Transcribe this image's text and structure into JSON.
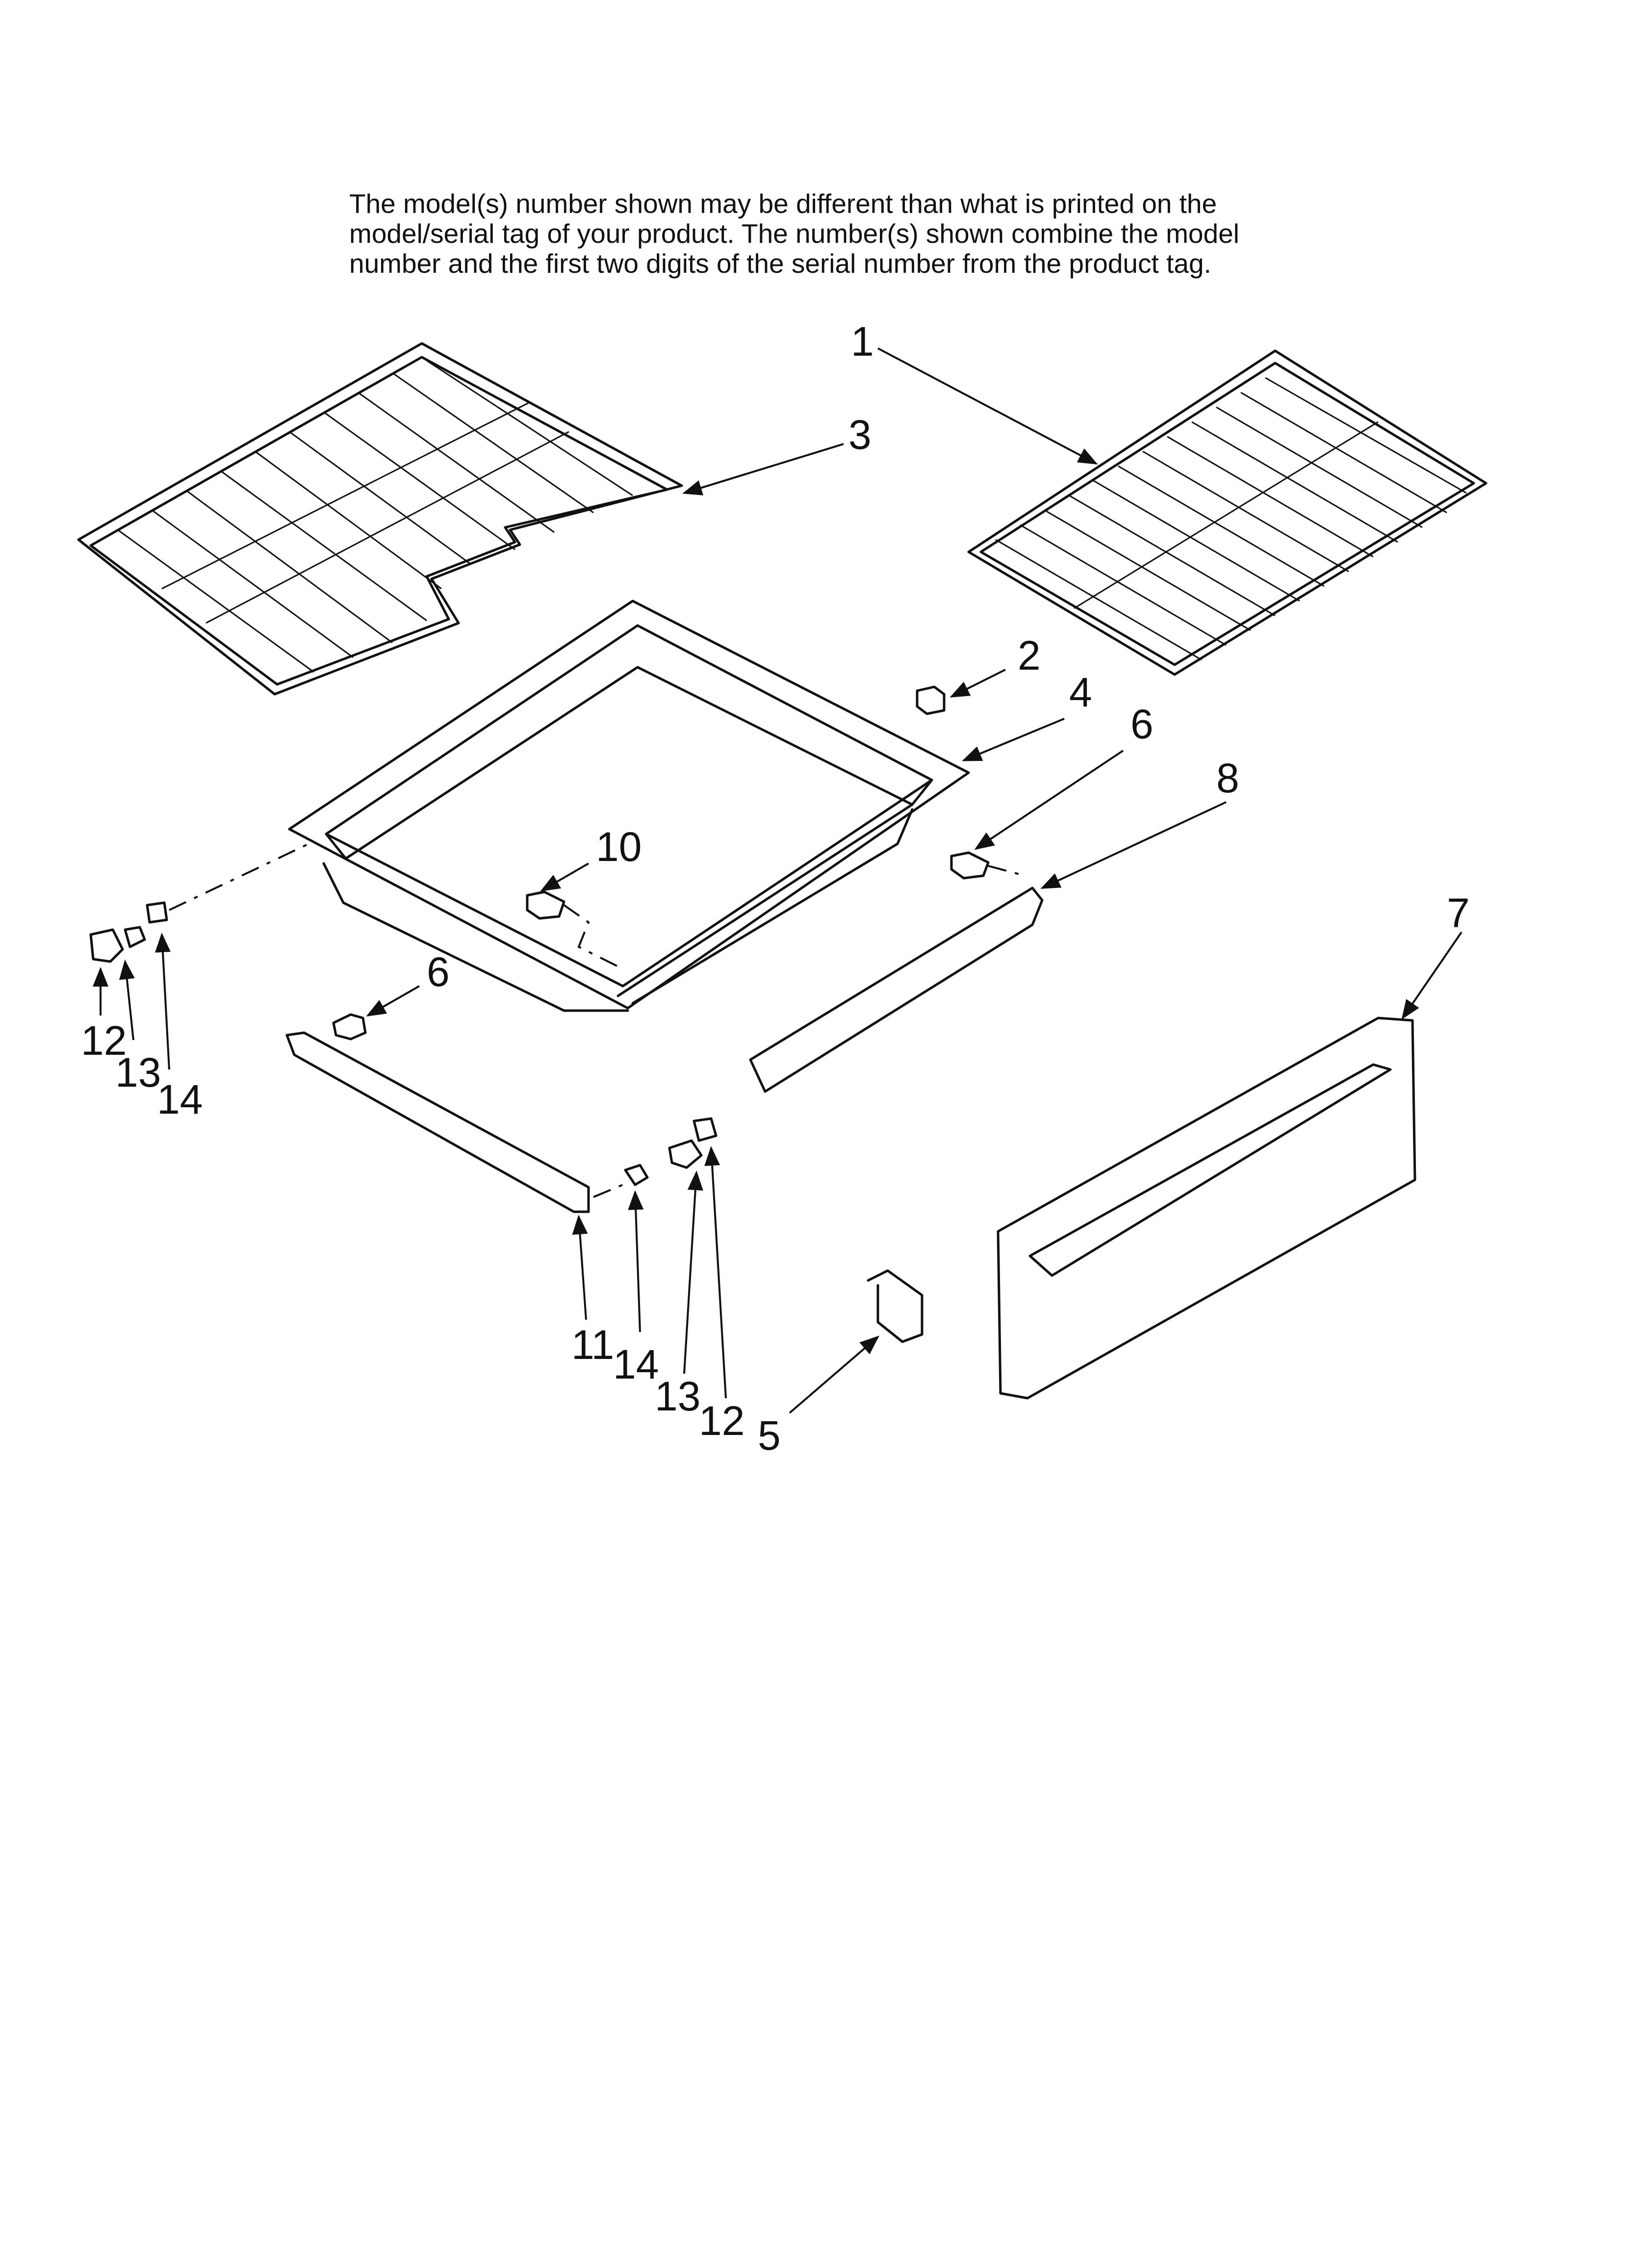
{
  "disclaimer": {
    "lines": [
      "The model(s) number shown may be different than what is printed on the",
      "model/serial tag of your product. The number(s) shown combine the model",
      "number and the first two digits of the serial number from the product tag."
    ]
  },
  "callouts": {
    "c1": "1",
    "c2": "2",
    "c3": "3",
    "c4": "4",
    "c5": "5",
    "c6a": "6",
    "c6b": "6",
    "c7": "7",
    "c8": "8",
    "c10": "10",
    "c11": "11",
    "c12a": "12",
    "c12b": "12",
    "c13a": "13",
    "c13b": "13",
    "c14a": "14",
    "c14b": "14"
  }
}
